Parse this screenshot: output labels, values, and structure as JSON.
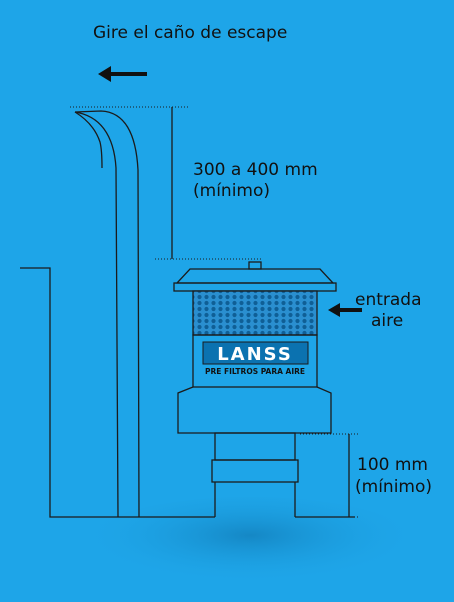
{
  "colors": {
    "background": "#1ea5e8",
    "line": "#1b1b1b",
    "logo_bg": "#0b72b0",
    "logo_text": "#ffffff"
  },
  "labels": {
    "rotate_exhaust": "Gire el caño de escape",
    "top_distance": "300 a 400 mm",
    "top_minimum": "(mínimo)",
    "air_inlet_1": "entrada",
    "air_inlet_2": "aire",
    "bottom_distance": "100 mm",
    "bottom_minimum": "(mínimo)"
  },
  "logo": {
    "brand": "LANSS",
    "tagline": "PRE FILTROS PARA AIRE"
  },
  "icons": {
    "rotate_arrow": "arrow-left-icon",
    "inlet_arrow": "arrow-left-icon"
  }
}
